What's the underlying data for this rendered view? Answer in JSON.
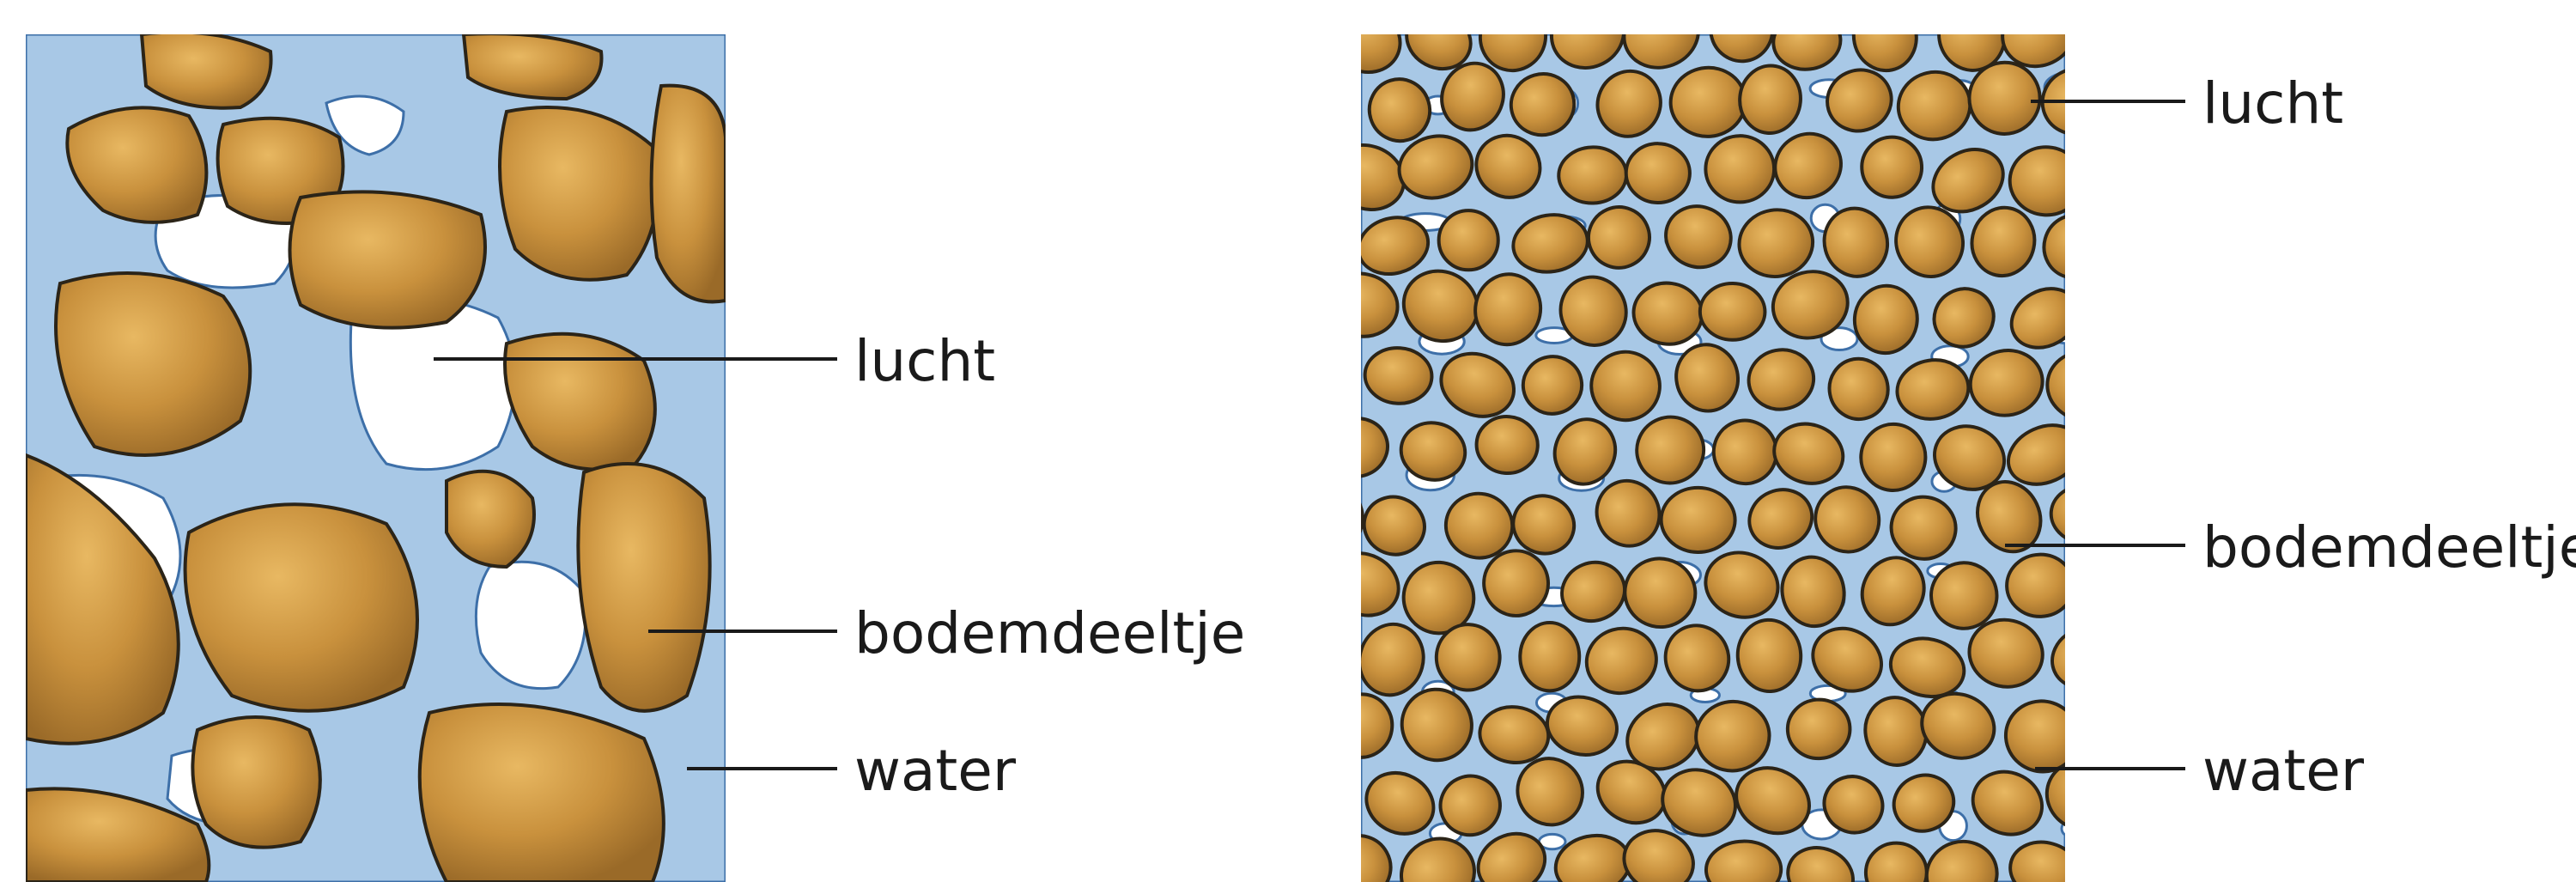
{
  "diagrams": [
    {
      "labels": {
        "air": "lucht",
        "particle": "bodemdeeltje",
        "water": "water"
      }
    },
    {
      "labels": {
        "air": "lucht",
        "particle": "bodemdeeltje",
        "water": "water"
      }
    }
  ],
  "colors": {
    "water": "#a8c8e6",
    "water_edge": "#3d6fa8",
    "grain_light": "#d9a24a",
    "grain_dark": "#a8742a",
    "air": "#ffffff"
  }
}
